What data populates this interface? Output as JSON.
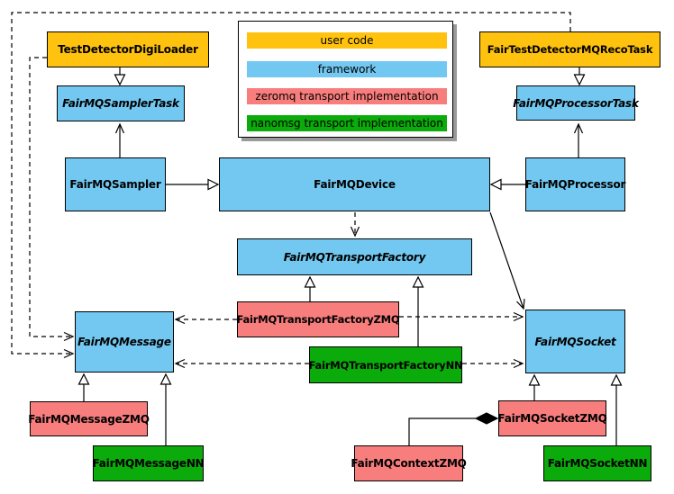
{
  "colors": {
    "user_code": "#FFC20E",
    "framework": "#72C8F0",
    "zeromq": "#F87D7D",
    "nanomsg": "#0AAB0A",
    "line": "#000000",
    "legend_shadow": "#9A9A9A",
    "background": "#FFFFFF"
  },
  "legend": {
    "items": [
      {
        "label": "user code",
        "color": "#FFC20E"
      },
      {
        "label": "framework",
        "color": "#72C8F0"
      },
      {
        "label": "zeromq transport implementation",
        "color": "#F87D7D"
      },
      {
        "label": "nanomsg transport implementation",
        "color": "#0AAB0A"
      }
    ]
  },
  "nodes": [
    {
      "label": "TestDetectorDigiLoader",
      "category": "user code",
      "abstract": false
    },
    {
      "label": "FairTestDetectorMQRecoTask",
      "category": "user code",
      "abstract": false
    },
    {
      "label": "FairMQSamplerTask",
      "category": "framework",
      "abstract": true
    },
    {
      "label": "FairMQProcessorTask",
      "category": "framework",
      "abstract": true
    },
    {
      "label": "FairMQSampler",
      "category": "framework",
      "abstract": false
    },
    {
      "label": "FairMQDevice",
      "category": "framework",
      "abstract": false
    },
    {
      "label": "FairMQProcessor",
      "category": "framework",
      "abstract": false
    },
    {
      "label": "FairMQTransportFactory",
      "category": "framework",
      "abstract": true
    },
    {
      "label": "FairMQTransportFactoryZMQ",
      "category": "zeromq transport implementation",
      "abstract": false
    },
    {
      "label": "FairMQTransportFactoryNN",
      "category": "nanomsg transport implementation",
      "abstract": false
    },
    {
      "label": "FairMQMessage",
      "category": "framework",
      "abstract": true
    },
    {
      "label": "FairMQSocket",
      "category": "framework",
      "abstract": true
    },
    {
      "label": "FairMQMessageZMQ",
      "category": "zeromq transport implementation",
      "abstract": false
    },
    {
      "label": "FairMQMessageNN",
      "category": "nanomsg transport implementation",
      "abstract": false
    },
    {
      "label": "FairMQContextZMQ",
      "category": "zeromq transport implementation",
      "abstract": false
    },
    {
      "label": "FairMQSocketZMQ",
      "category": "zeromq transport implementation",
      "abstract": false
    },
    {
      "label": "FairMQSocketNN",
      "category": "nanomsg transport implementation",
      "abstract": false
    }
  ],
  "edges": [
    {
      "from": "TestDetectorDigiLoader",
      "to": "FairMQSamplerTask",
      "type": "inheritance-triangle",
      "style": "solid"
    },
    {
      "from": "FairTestDetectorMQRecoTask",
      "to": "FairMQProcessorTask",
      "type": "inheritance-triangle",
      "style": "solid"
    },
    {
      "from": "FairMQSampler",
      "to": "FairMQSamplerTask",
      "type": "open-arrow",
      "style": "solid"
    },
    {
      "from": "FairMQProcessor",
      "to": "FairMQProcessorTask",
      "type": "open-arrow",
      "style": "solid"
    },
    {
      "from": "FairMQSampler",
      "to": "FairMQDevice",
      "type": "inheritance-triangle",
      "style": "solid"
    },
    {
      "from": "FairMQProcessor",
      "to": "FairMQDevice",
      "type": "inheritance-triangle",
      "style": "solid"
    },
    {
      "from": "FairMQDevice",
      "to": "FairMQTransportFactory",
      "type": "open-arrow",
      "style": "dashed"
    },
    {
      "from": "FairMQDevice",
      "to": "FairMQSocket",
      "type": "open-arrow",
      "style": "solid"
    },
    {
      "from": "FairMQTransportFactoryZMQ",
      "to": "FairMQTransportFactory",
      "type": "inheritance-triangle",
      "style": "solid"
    },
    {
      "from": "FairMQTransportFactoryNN",
      "to": "FairMQTransportFactory",
      "type": "inheritance-triangle",
      "style": "solid"
    },
    {
      "from": "FairMQTransportFactoryZMQ",
      "to": "FairMQMessage",
      "type": "open-arrow",
      "style": "dashed"
    },
    {
      "from": "FairMQTransportFactoryZMQ",
      "to": "FairMQSocket",
      "type": "open-arrow",
      "style": "dashed"
    },
    {
      "from": "FairMQTransportFactoryNN",
      "to": "FairMQMessage",
      "type": "open-arrow",
      "style": "dashed"
    },
    {
      "from": "FairMQTransportFactoryNN",
      "to": "FairMQSocket",
      "type": "open-arrow",
      "style": "dashed"
    },
    {
      "from": "TestDetectorDigiLoader",
      "to": "FairMQMessage",
      "type": "open-arrow",
      "style": "dashed"
    },
    {
      "from": "FairTestDetectorMQRecoTask",
      "to": "FairMQMessage",
      "type": "open-arrow",
      "style": "dashed"
    },
    {
      "from": "FairMQMessageZMQ",
      "to": "FairMQMessage",
      "type": "inheritance-triangle",
      "style": "solid"
    },
    {
      "from": "FairMQMessageNN",
      "to": "FairMQMessage",
      "type": "inheritance-triangle",
      "style": "solid"
    },
    {
      "from": "FairMQSocketZMQ",
      "to": "FairMQSocket",
      "type": "inheritance-triangle",
      "style": "solid"
    },
    {
      "from": "FairMQSocketNN",
      "to": "FairMQSocket",
      "type": "inheritance-triangle",
      "style": "solid"
    },
    {
      "from": "FairMQContextZMQ",
      "to": "FairMQSocketZMQ",
      "type": "composition-diamond",
      "style": "solid"
    }
  ]
}
